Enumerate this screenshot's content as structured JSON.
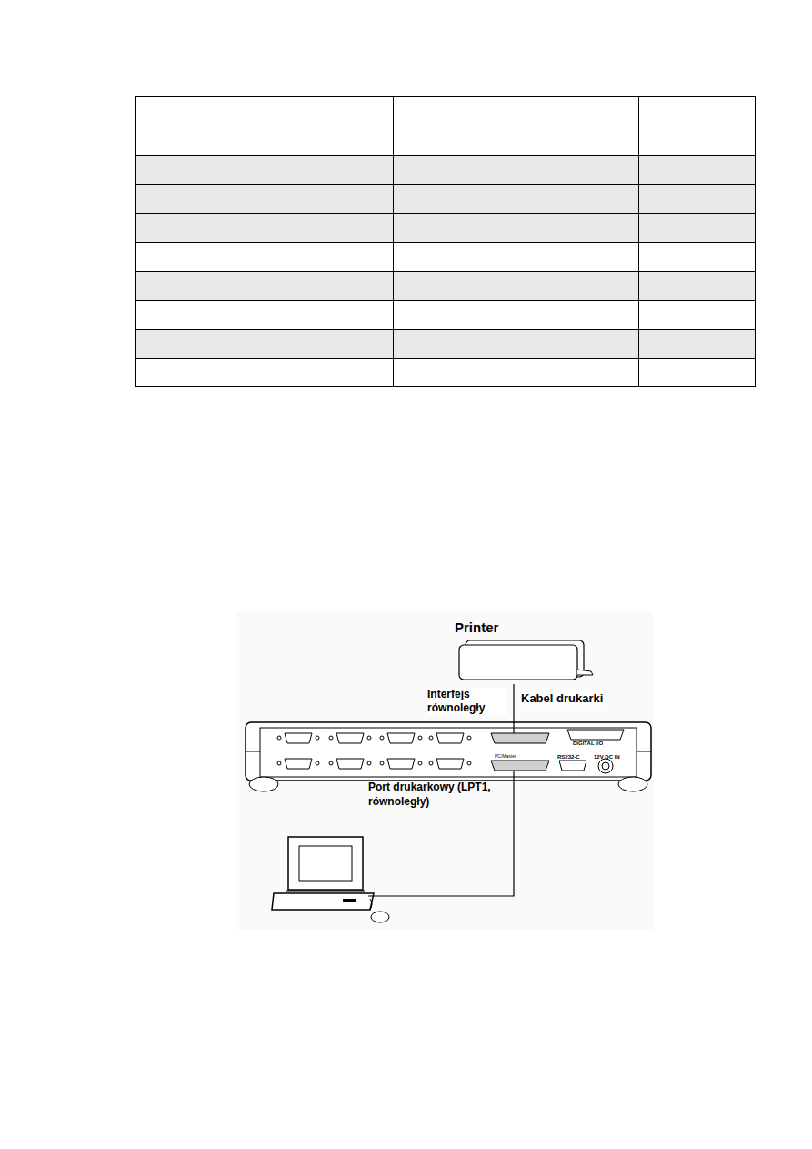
{
  "diagram": {
    "nodes": [
      {
        "text": [
          "Printer"
        ]
      },
      {
        "text": [
          "DIGITAL I/O",
          "RS232-C",
          "12V DC IN",
          "PC/Master"
        ]
      },
      {
        "text": [
          "Port drukarkowy (LPT1, równoległy)"
        ]
      }
    ],
    "edges": [
      {
        "from": 0,
        "to": 1,
        "arrow": "none",
        "label": "Kabel drukarki"
      },
      {
        "from": 1,
        "to": 2,
        "arrow": "none"
      }
    ],
    "labels": [
      "Interfejs równoległy"
    ]
  }
}
